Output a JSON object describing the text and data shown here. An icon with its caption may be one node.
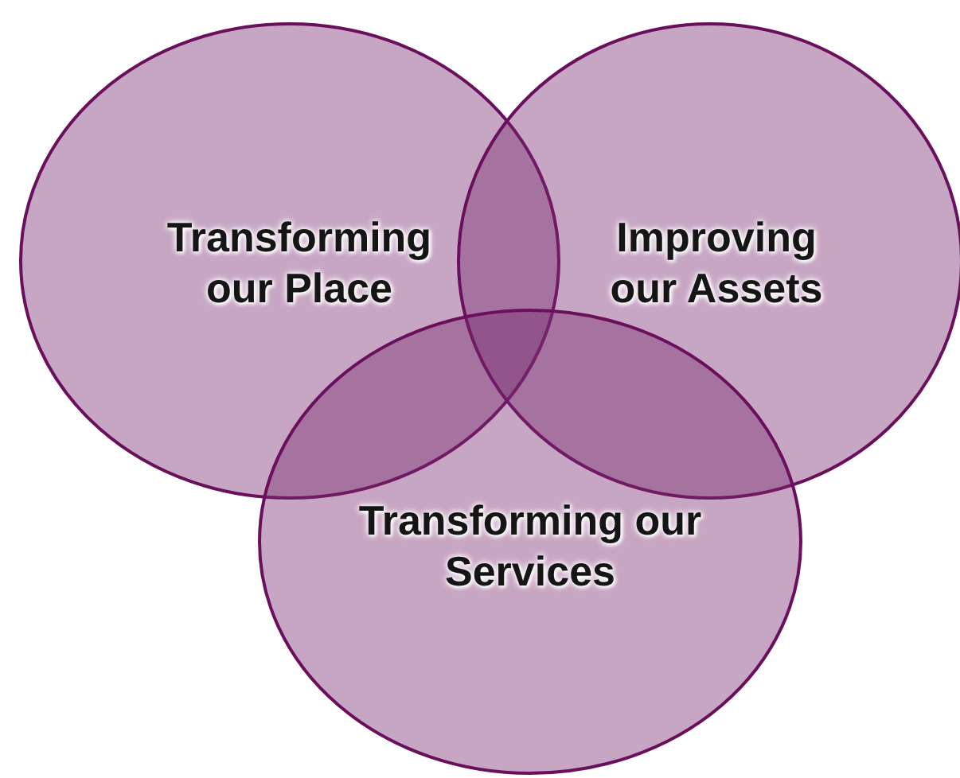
{
  "diagram": {
    "nodes": [
      {
        "text": [
          "Transforming our Place"
        ]
      },
      {
        "text": [
          "Improving our Assets"
        ]
      },
      {
        "text": [
          "Transforming our Services"
        ]
      }
    ]
  }
}
